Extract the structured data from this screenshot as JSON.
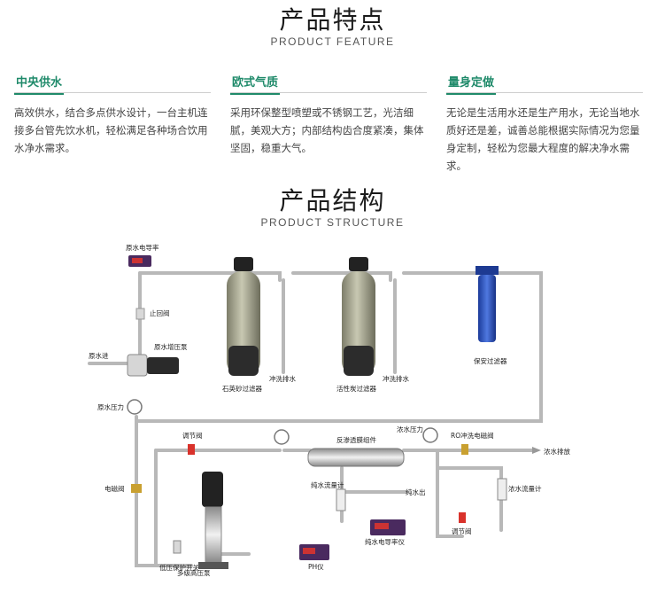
{
  "feature_section": {
    "title_cn": "产品特点",
    "title_en": "PRODUCT FEATURE",
    "items": [
      {
        "title": "中央供水",
        "text": "高效供水，结合多点供水设计，一台主机连接多台管先饮水机，轻松满足各种场合饮用水净水需求。"
      },
      {
        "title": "欧式气质",
        "text": "采用环保整型喷塑或不锈钢工艺，光洁细腻，美观大方；内部结构齿合度紧凑，集体坚固，稳重大气。"
      },
      {
        "title": "量身定做",
        "text": "无论是生活用水还是生产用水，无论当地水质好还是差，诚善总能根据实际情况为您量身定制，轻松为您最大程度的解决净水需求。"
      }
    ]
  },
  "structure_section": {
    "title_cn": "产品结构",
    "title_en": "PRODUCT STRUCTURE"
  },
  "diagram_labels": {
    "raw_conductivity": "原水电导率",
    "check_valve": "止回阀",
    "raw_booster_pump": "原水增压泵",
    "raw_inlet": "原水进",
    "quartz_filter": "石英砂过滤器",
    "flush_drain_1": "冲洗排水",
    "carbon_filter": "活性炭过滤器",
    "flush_drain_2": "冲洗排水",
    "safety_filter": "保安过滤器",
    "raw_pressure": "原水压力",
    "adjust_valve_1": "调节阀",
    "ro_membrane": "反渗透膜组件",
    "conc_pressure": "浓水压力",
    "ro_flush_valve": "RO冲洗电磁阀",
    "conc_drain": "浓水排放",
    "solenoid_valve": "电磁阀",
    "pure_flowmeter": "纯水流量计",
    "pure_out": "纯水出",
    "conc_flowmeter": "浓水流量计",
    "pure_conductivity": "纯水电导率仪",
    "adjust_valve_2": "调节阀",
    "ph_meter": "PH仪",
    "low_pressure_switch": "低压保护开关",
    "multistage_pump": "多级高压泵"
  }
}
